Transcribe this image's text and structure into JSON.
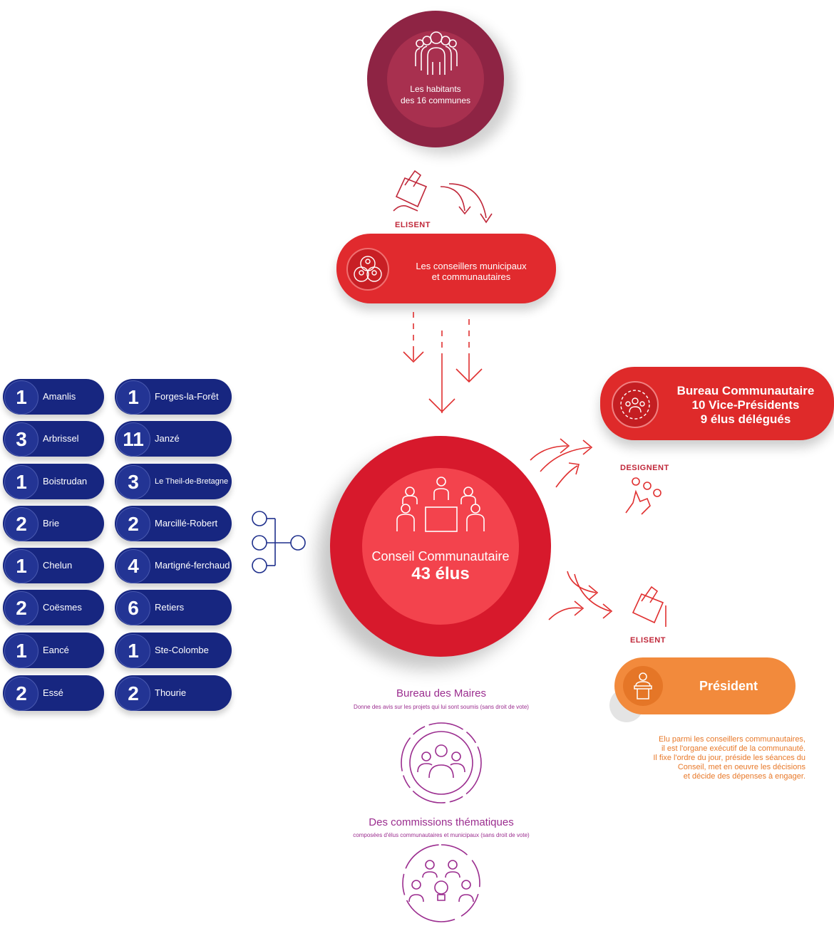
{
  "habitants": {
    "label_line1": "Les habitants",
    "label_line2": "des 16 communes"
  },
  "elisent_label_1": "ELISENT",
  "conseillers": {
    "line1": "Les conseillers municipaux",
    "line2": "et communautaires"
  },
  "conseil": {
    "title": "Conseil Communautaire",
    "count": "43 élus"
  },
  "bureau": {
    "line1": "Bureau Communautaire",
    "line2": "10 Vice-Présidents",
    "line3": "9 élus délégués"
  },
  "designent_label": "DESIGNENT",
  "elisent_label_2": "ELISENT",
  "president": {
    "label": "Président",
    "desc_lines": [
      "Elu parmi les conseillers communautaires,",
      "il est l'organe exécutif de la communauté.",
      "Il fixe l'ordre du jour, préside les séances du",
      "Conseil, met en oeuvre les décisions",
      "et décide des dépenses à engager."
    ]
  },
  "bureau_maires": {
    "title": "Bureau des Maires",
    "sub": "Donne des avis sur les projets qui lui sont soumis (sans droit de vote)"
  },
  "commissions": {
    "title": "Des commissions thématiques",
    "sub": "composées d'élus communautaires et municipaux (sans droit de vote)"
  },
  "communes": [
    {
      "n": "1",
      "name": "Amanlis"
    },
    {
      "n": "3",
      "name": "Arbrissel"
    },
    {
      "n": "1",
      "name": "Boistrudan"
    },
    {
      "n": "2",
      "name": "Brie"
    },
    {
      "n": "1",
      "name": "Chelun"
    },
    {
      "n": "2",
      "name": "Coësmes"
    },
    {
      "n": "1",
      "name": "Eancé"
    },
    {
      "n": "2",
      "name": "Essé"
    },
    {
      "n": "1",
      "name": "Forges-la-Forêt"
    },
    {
      "n": "11",
      "name": "Janzé"
    },
    {
      "n": "3",
      "name": "Le Theil-de-Bretagne"
    },
    {
      "n": "2",
      "name": "Marcillé-Robert"
    },
    {
      "n": "4",
      "name": "Martigné-ferchaud"
    },
    {
      "n": "6",
      "name": "Retiers"
    },
    {
      "n": "1",
      "name": "Ste-Colombe"
    },
    {
      "n": "2",
      "name": "Thourie"
    }
  ],
  "colors": {
    "navy": "#172680",
    "red": "#e12a2e",
    "maroon": "#8e2444",
    "orange": "#f28a3c",
    "purple": "#9b2d8f"
  }
}
